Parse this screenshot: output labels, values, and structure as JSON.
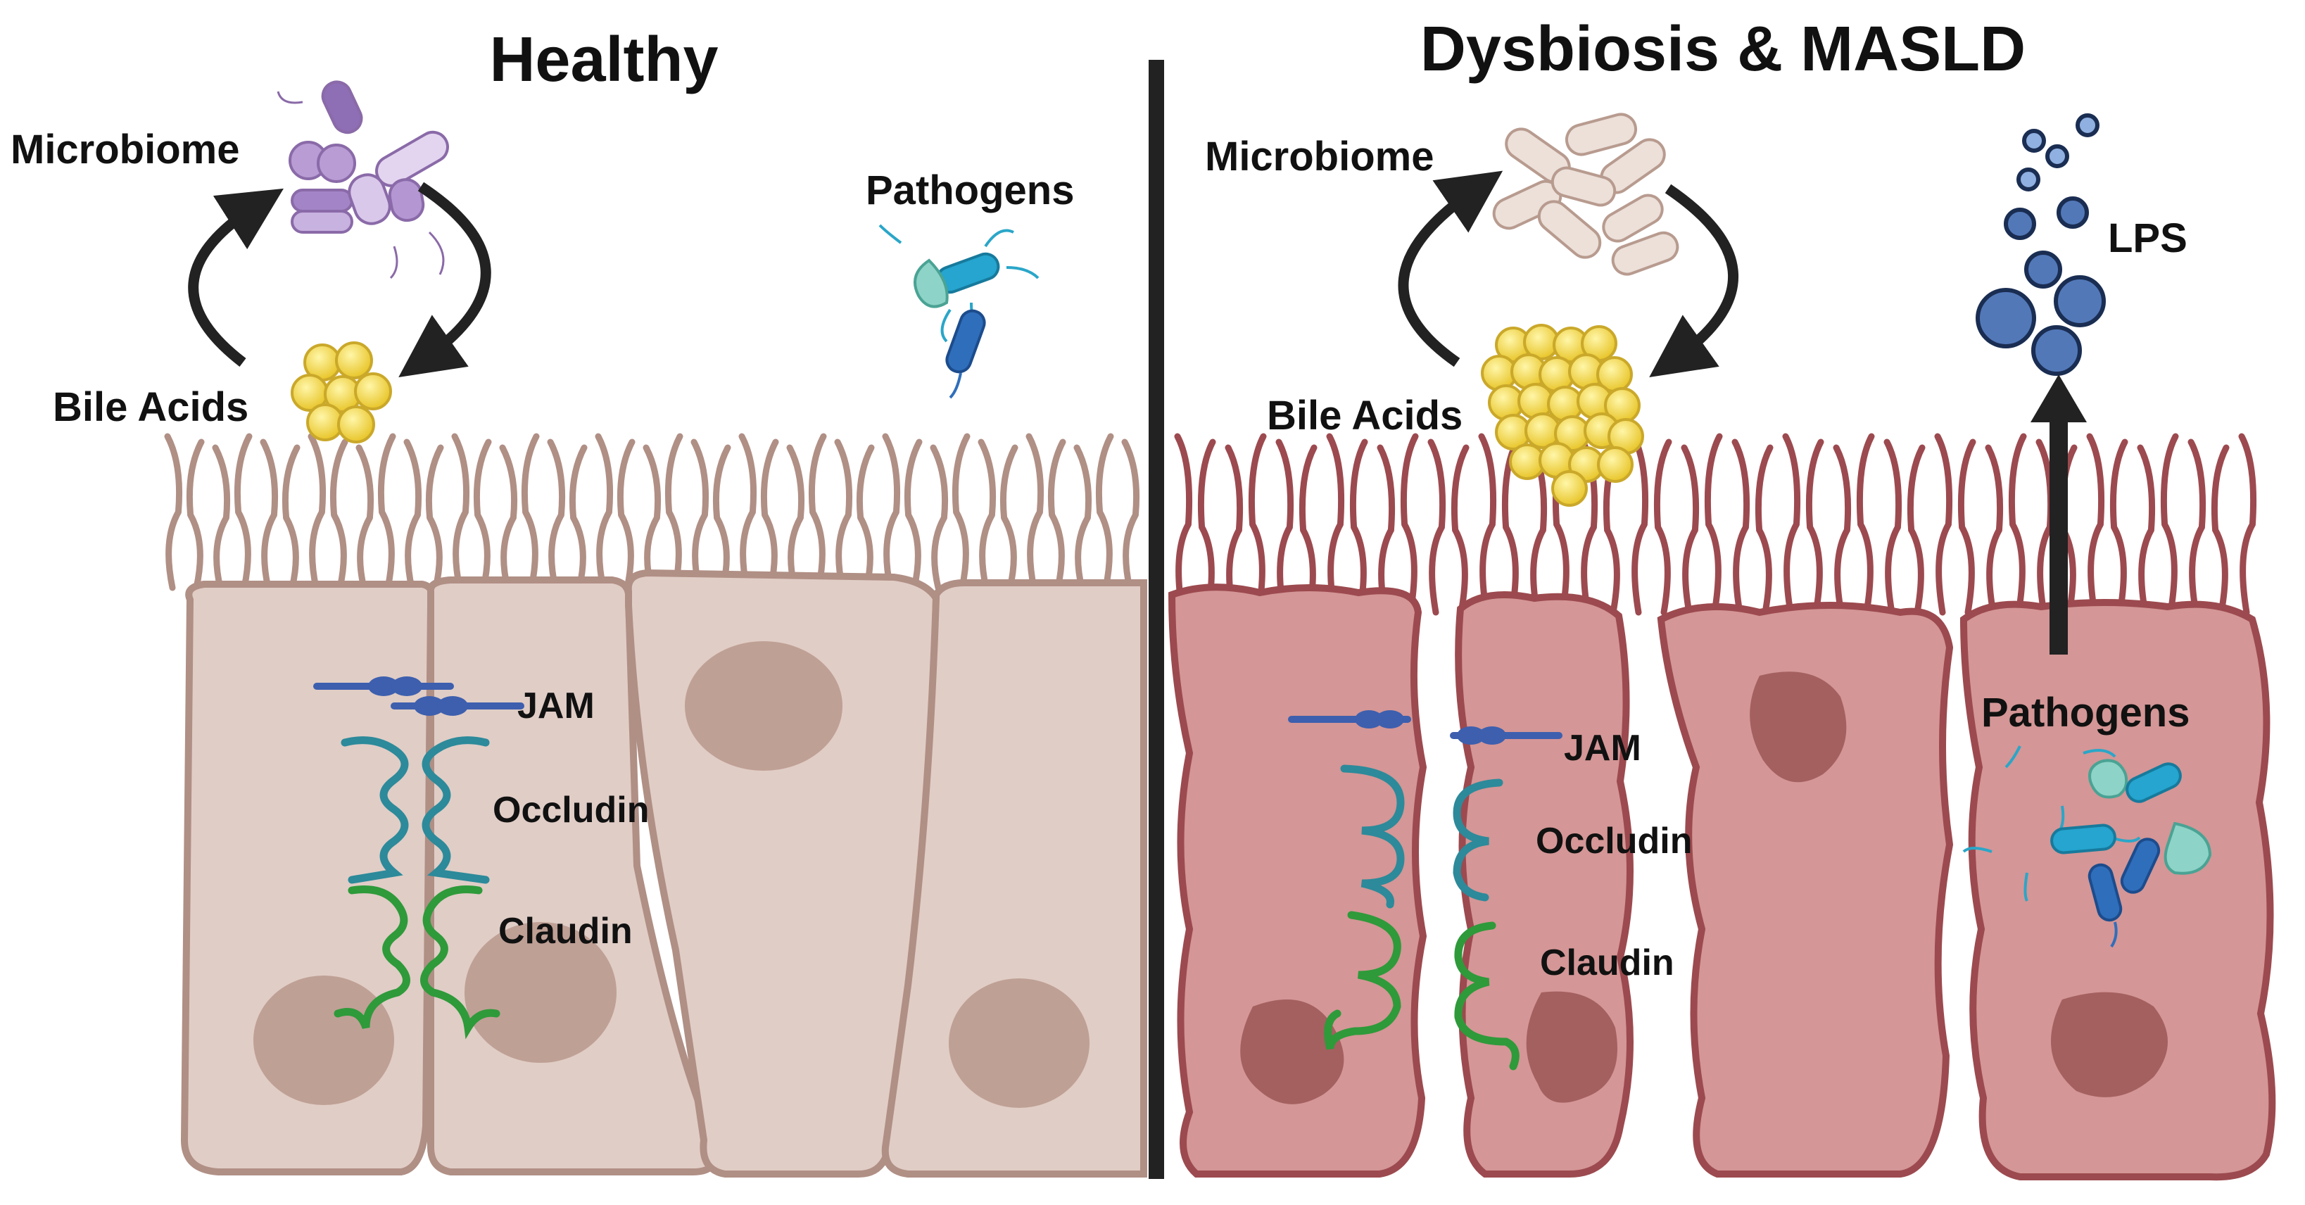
{
  "panels": {
    "healthy": {
      "title": "Healthy",
      "microbiome_label": "Microbiome",
      "bile_acids_label": "Bile Acids",
      "pathogens_label": "Pathogens",
      "jam_label": "JAM",
      "occludin_label": "Occludin",
      "claudin_label": "Claudin"
    },
    "dysbiosis": {
      "title": "Dysbiosis & MASLD",
      "microbiome_label": "Microbiome",
      "bile_acids_label": "Bile Acids",
      "lps_label": "LPS",
      "pathogens_label": "Pathogens",
      "jam_label": "JAM",
      "occludin_label": "Occludin",
      "claudin_label": "Claudin"
    }
  },
  "colors": {
    "healthy_cell": "#e0cdc6",
    "healthy_outline": "#b08f85",
    "healthy_nucleus": "#bfa095",
    "disease_cell": "#d49696",
    "disease_outline": "#9c4a4f",
    "disease_nucleus": "#a4605f",
    "jam": "#3d5fae",
    "occludin": "#2c8a9a",
    "claudin": "#2e9a3a",
    "bile_acid": "#f0d23c",
    "lps": "#5278b8",
    "divider": "#222222"
  }
}
